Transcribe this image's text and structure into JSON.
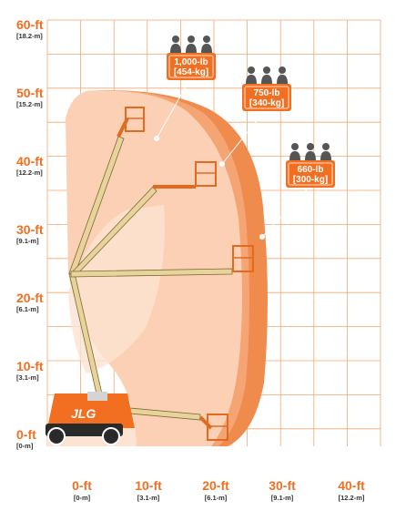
{
  "colors": {
    "accent": "#f26f21",
    "grid": "#f4a772",
    "zone_outer": "#f08b4e",
    "zone_mid": "#f5a574",
    "zone_inner": "#fbd0b4",
    "zone_ground": "#fde3d2",
    "boom": "#e8d49a",
    "boom_edge": "#7a6a3a",
    "machine": "#f26f21",
    "text_dark": "#333333"
  },
  "y_axis": {
    "ticks": [
      {
        "ft": "60-ft",
        "m": "[18.2-m]"
      },
      {
        "ft": "50-ft",
        "m": "[15.2-m]"
      },
      {
        "ft": "40-ft",
        "m": "[12.2-m]"
      },
      {
        "ft": "30-ft",
        "m": "[9.1-m]"
      },
      {
        "ft": "20-ft",
        "m": "[6.1-m]"
      },
      {
        "ft": "10-ft",
        "m": "[3.1-m]"
      },
      {
        "ft": "0-ft",
        "m": "[0-m]"
      }
    ]
  },
  "x_axis": {
    "ticks": [
      {
        "ft": "0-ft",
        "m": "[0-m]"
      },
      {
        "ft": "10-ft",
        "m": "[3.1-m]"
      },
      {
        "ft": "20-ft",
        "m": "[6.1-m]"
      },
      {
        "ft": "30-ft",
        "m": "[9.1-m]"
      },
      {
        "ft": "40-ft",
        "m": "[12.2-m]"
      }
    ]
  },
  "capacities": [
    {
      "lb": "1,000-lb",
      "kg": "[454-kg]",
      "persons": 3
    },
    {
      "lb": "750-lb",
      "kg": "[340-kg]",
      "persons": 3
    },
    {
      "lb": "660-lb",
      "kg": "[300-kg]",
      "persons": 3
    }
  ],
  "machine": {
    "brand": "JLG",
    "brand_icon": "jlg-logo"
  }
}
